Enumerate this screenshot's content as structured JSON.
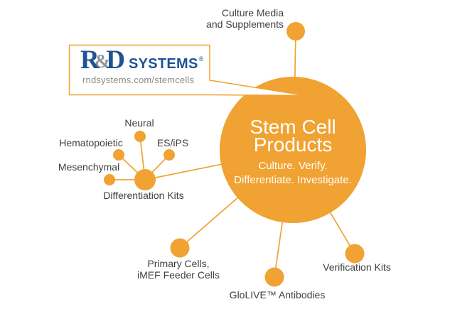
{
  "brand": {
    "logo_r": "R",
    "logo_amp": "&",
    "logo_d": "D",
    "logo_systems": "SYSTEMS",
    "logo_reg": "®",
    "url": "rndsystems.com/stemcells"
  },
  "center": {
    "title_line1": "Stem Cell",
    "title_line2": "Products",
    "subtitle_line1": "Culture. Verify.",
    "subtitle_line2": "Differentiate. Investigate."
  },
  "nodes": {
    "culture_media": {
      "label_line1": "Culture Media",
      "label_line2": "and Supplements"
    },
    "neural": {
      "label": "Neural"
    },
    "hematopoietic": {
      "label": "Hematopoietic"
    },
    "es_ips": {
      "label": "ES/iPS"
    },
    "mesenchymal": {
      "label": "Mesenchymal"
    },
    "differentiation_kits": {
      "label": "Differentiation Kits"
    },
    "primary_cells": {
      "label_line1": "Primary Cells,",
      "label_line2": "iMEF Feeder Cells"
    },
    "glolive": {
      "label": "GloLIVE™ Antibodies"
    },
    "verification_kits": {
      "label": "Verification Kits"
    }
  },
  "colors": {
    "accent_orange": "#F0A232",
    "logo_blue": "#1E5394",
    "logo_gray": "#919496",
    "text_gray": "#3F3F3F",
    "url_gray": "#8A8A8A"
  }
}
